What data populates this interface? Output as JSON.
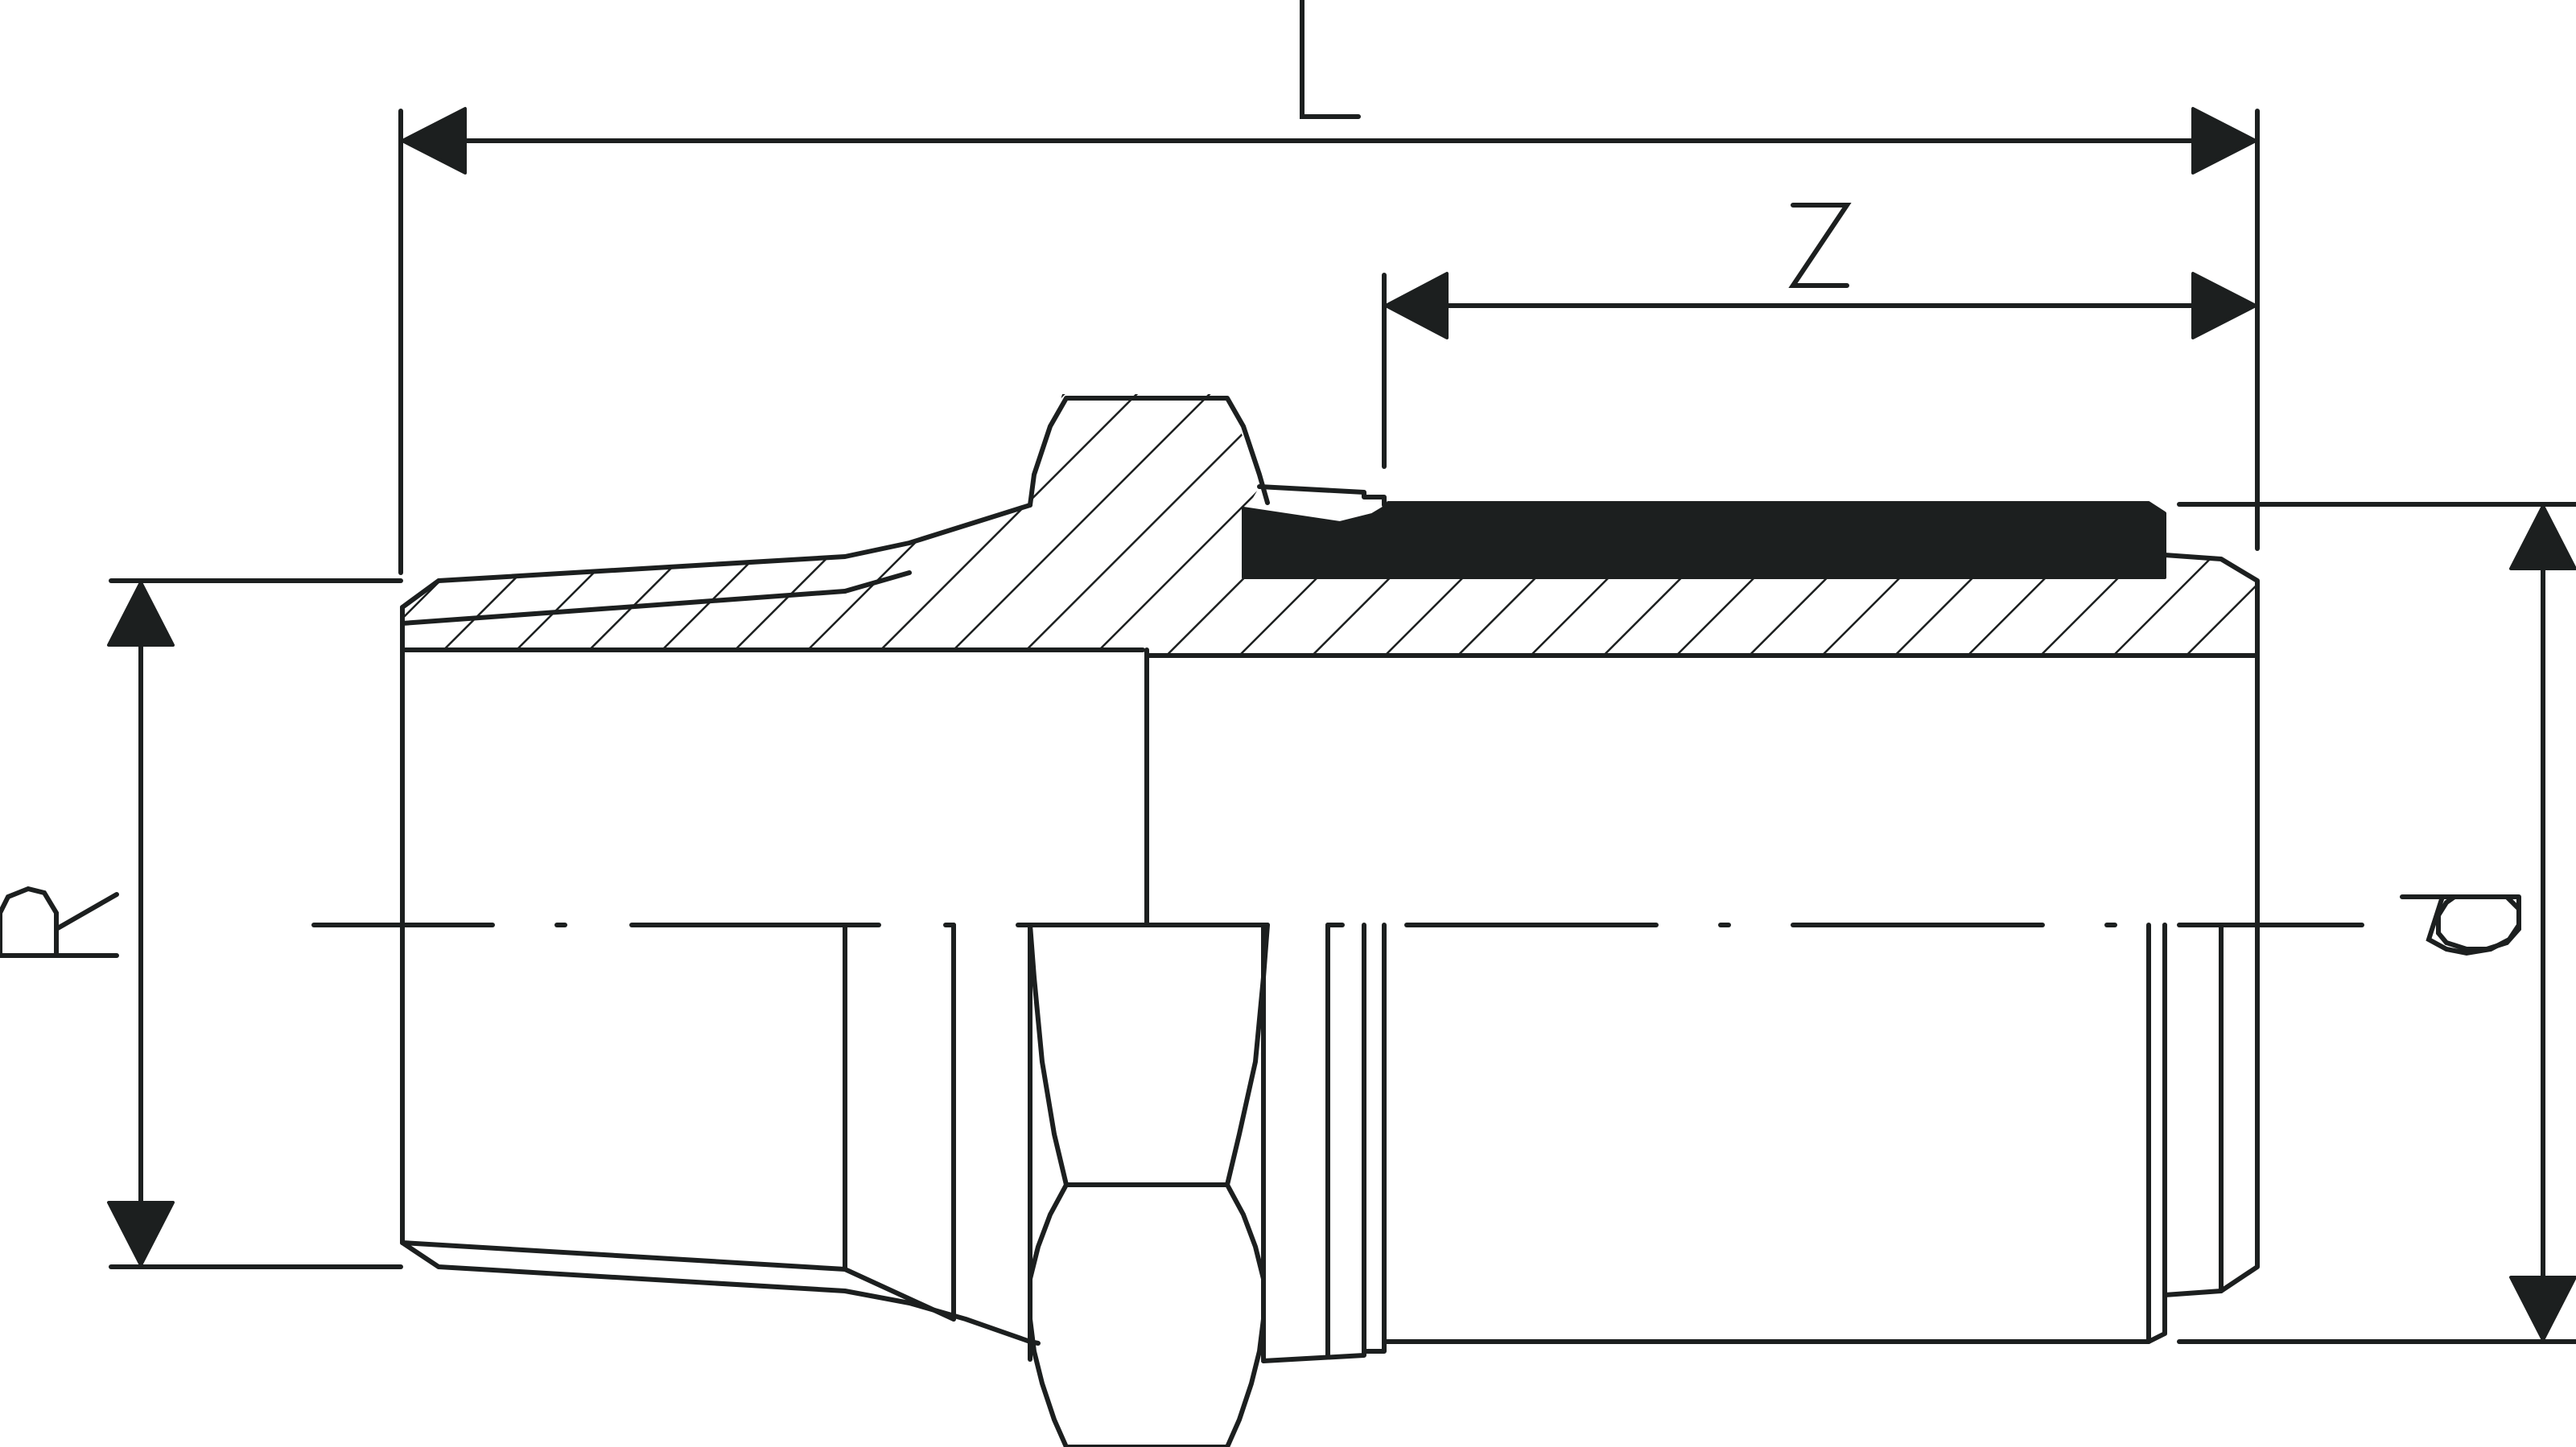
{
  "dimensions": {
    "overall_length": {
      "label": "L"
    },
    "insertion_depth": {
      "label": "Z"
    },
    "thread_size": {
      "label": "R"
    },
    "pipe_diameter": {
      "label": "d"
    }
  },
  "colors": {
    "line": "#1c1f1f",
    "background": "#ffffff"
  }
}
